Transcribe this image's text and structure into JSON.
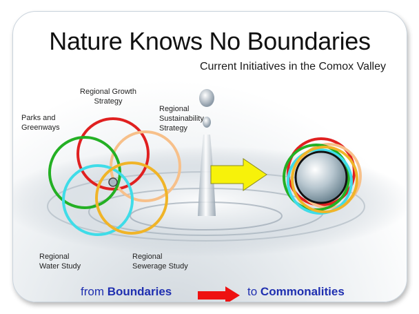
{
  "slide": {
    "title": "Nature Knows No Boundaries",
    "subtitle": "Current Initiatives in the Comox Valley"
  },
  "labels": {
    "growth": "Regional Growth\nStrategy",
    "parks": "Parks and\nGreenways",
    "sustainability": "Regional\nSustainability\nStrategy",
    "water": "Regional\nWater Study",
    "sewerage": "Regional\nSewerage Study"
  },
  "footer": {
    "from_prefix": "from",
    "from_word": "Boundaries",
    "to_prefix": "to",
    "to_word": "Commonalities"
  },
  "colors": {
    "growth": "#e02020",
    "parks": "#24b024",
    "sustainability": "#f7c08a",
    "water": "#3fdce8",
    "sewerage": "#f0b428",
    "footer_text": "#1f2fb0",
    "red_arrow": "#ee1111",
    "yellow_arrow": "#f7f20a"
  }
}
